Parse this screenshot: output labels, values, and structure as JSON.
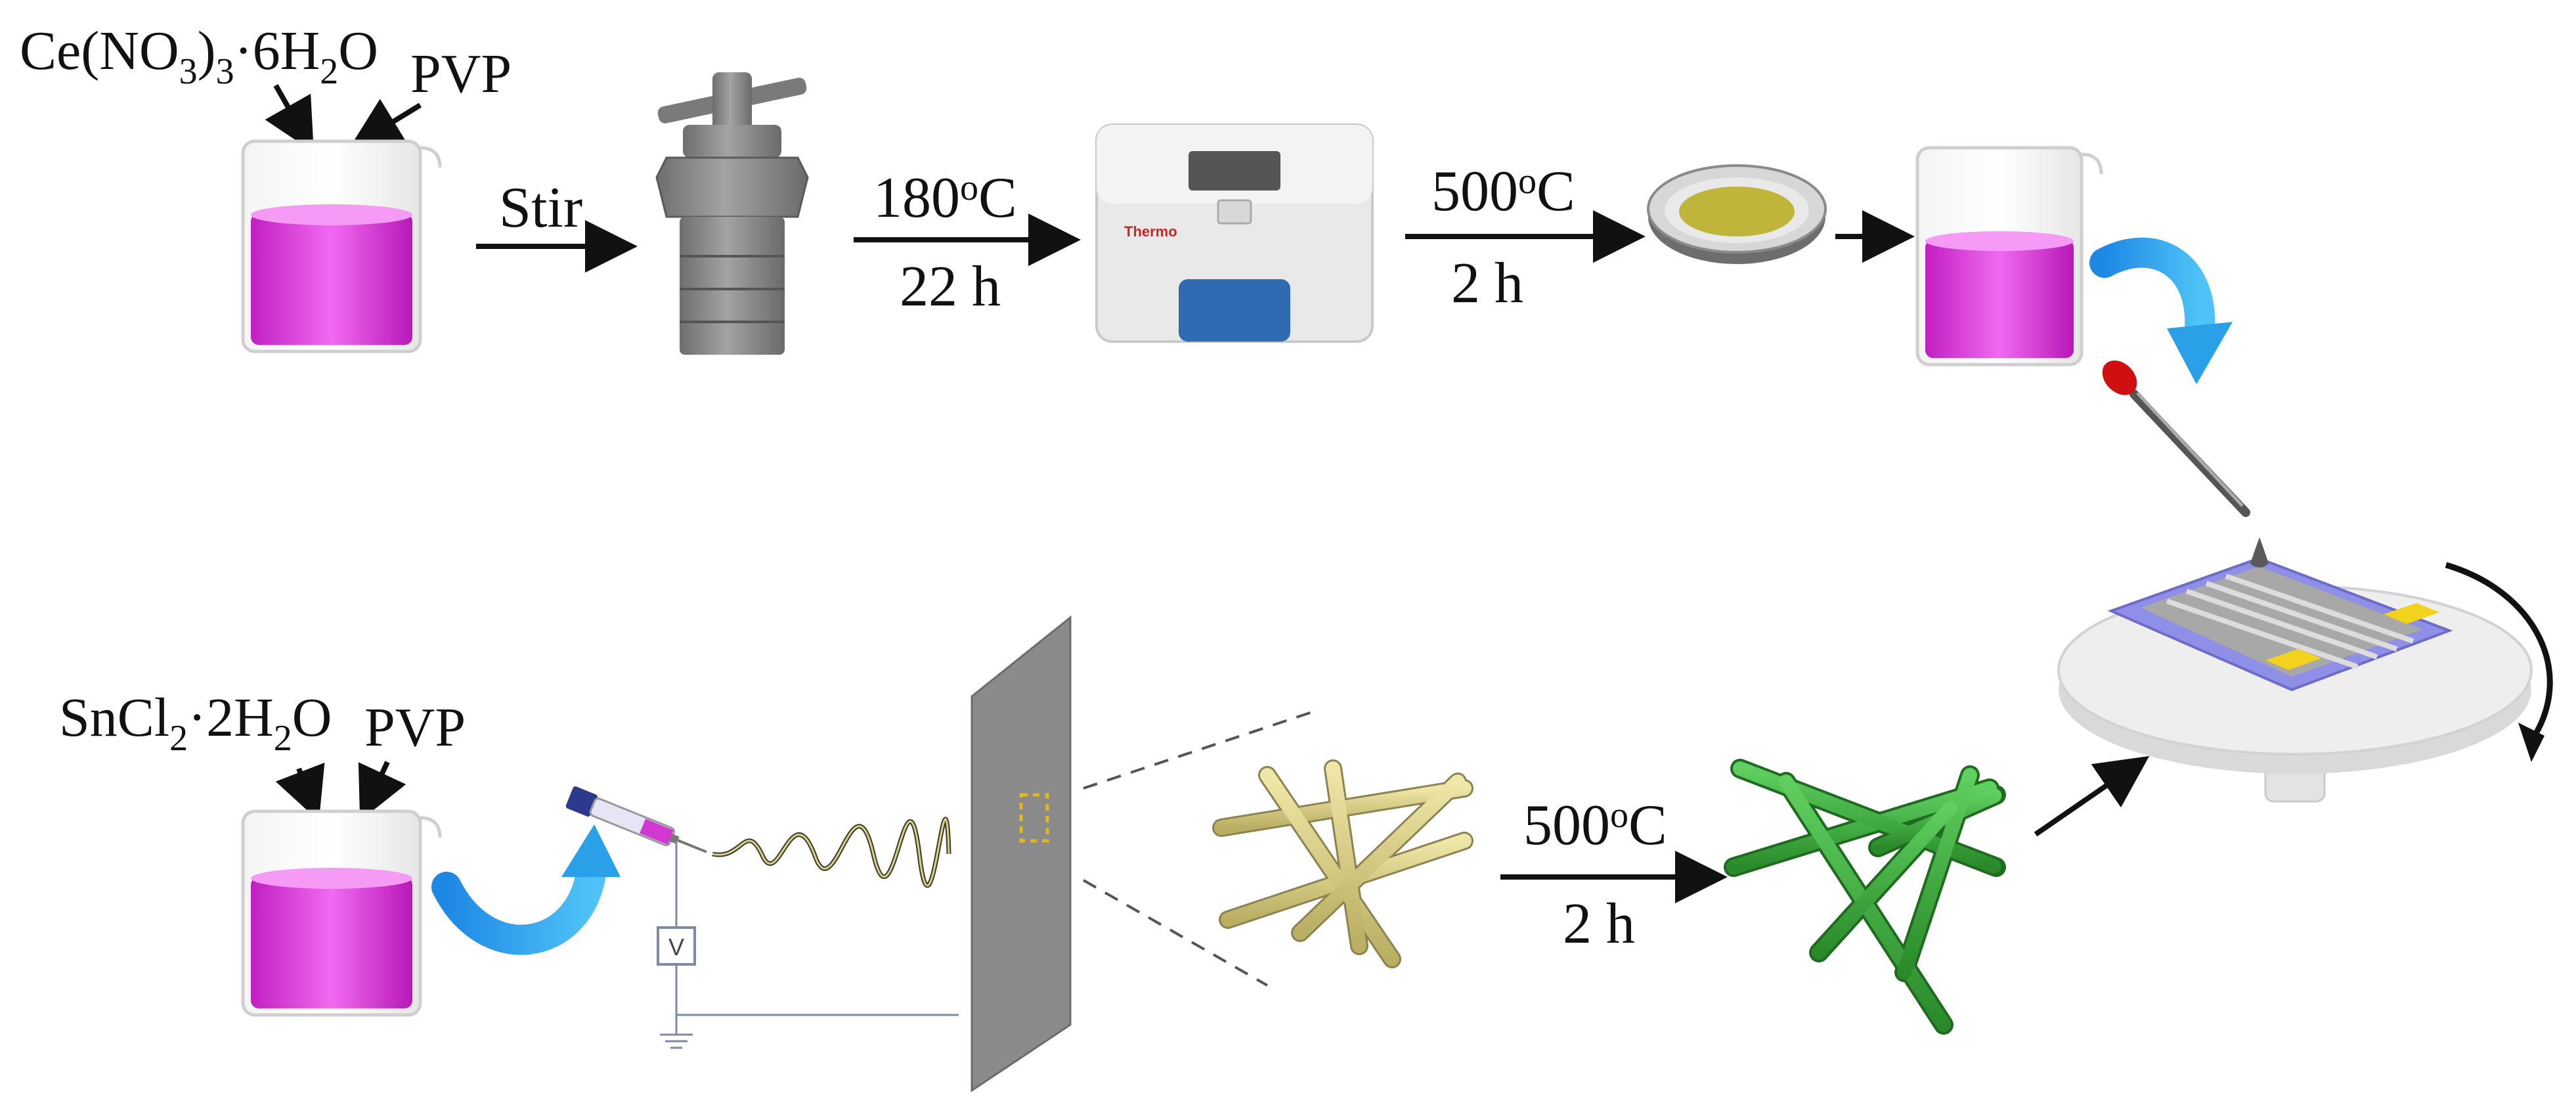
{
  "top_row": {
    "reagent_1": {
      "prefix": "Ce(NO",
      "sub_a": "3",
      "mid": ")",
      "sub_b": "3",
      "rest": "·6H",
      "sub_c": "2",
      "tail": "O"
    },
    "reagent_2": "PVP",
    "step_1_label": "Stir",
    "step_2_temp": {
      "value": "180",
      "sup": "o",
      "unit": "C"
    },
    "step_2_time": "22 h",
    "oven_brand": "Thermo",
    "step_3_temp": {
      "value": "500",
      "sup": "o",
      "unit": "C"
    },
    "step_3_time": "2 h"
  },
  "bottom_row": {
    "reagent_1": {
      "prefix": "SnCl",
      "sub_a": "2",
      "rest": "·2H",
      "sub_b": "2",
      "tail": "O"
    },
    "reagent_2": "PVP",
    "voltmeter_label": "V",
    "step_temp": {
      "value": "500",
      "sup": "o",
      "unit": "C"
    },
    "step_time": "2 h"
  },
  "colors": {
    "solution": "#e040e0",
    "fiber_raw": "#d8cf8a",
    "fiber_calcined": "#3fae3f",
    "arrow_blue": "#2aa0e8",
    "substrate": "#8f8fe8",
    "electrode": "#f2d21c",
    "collector": "#8a8a8a"
  }
}
